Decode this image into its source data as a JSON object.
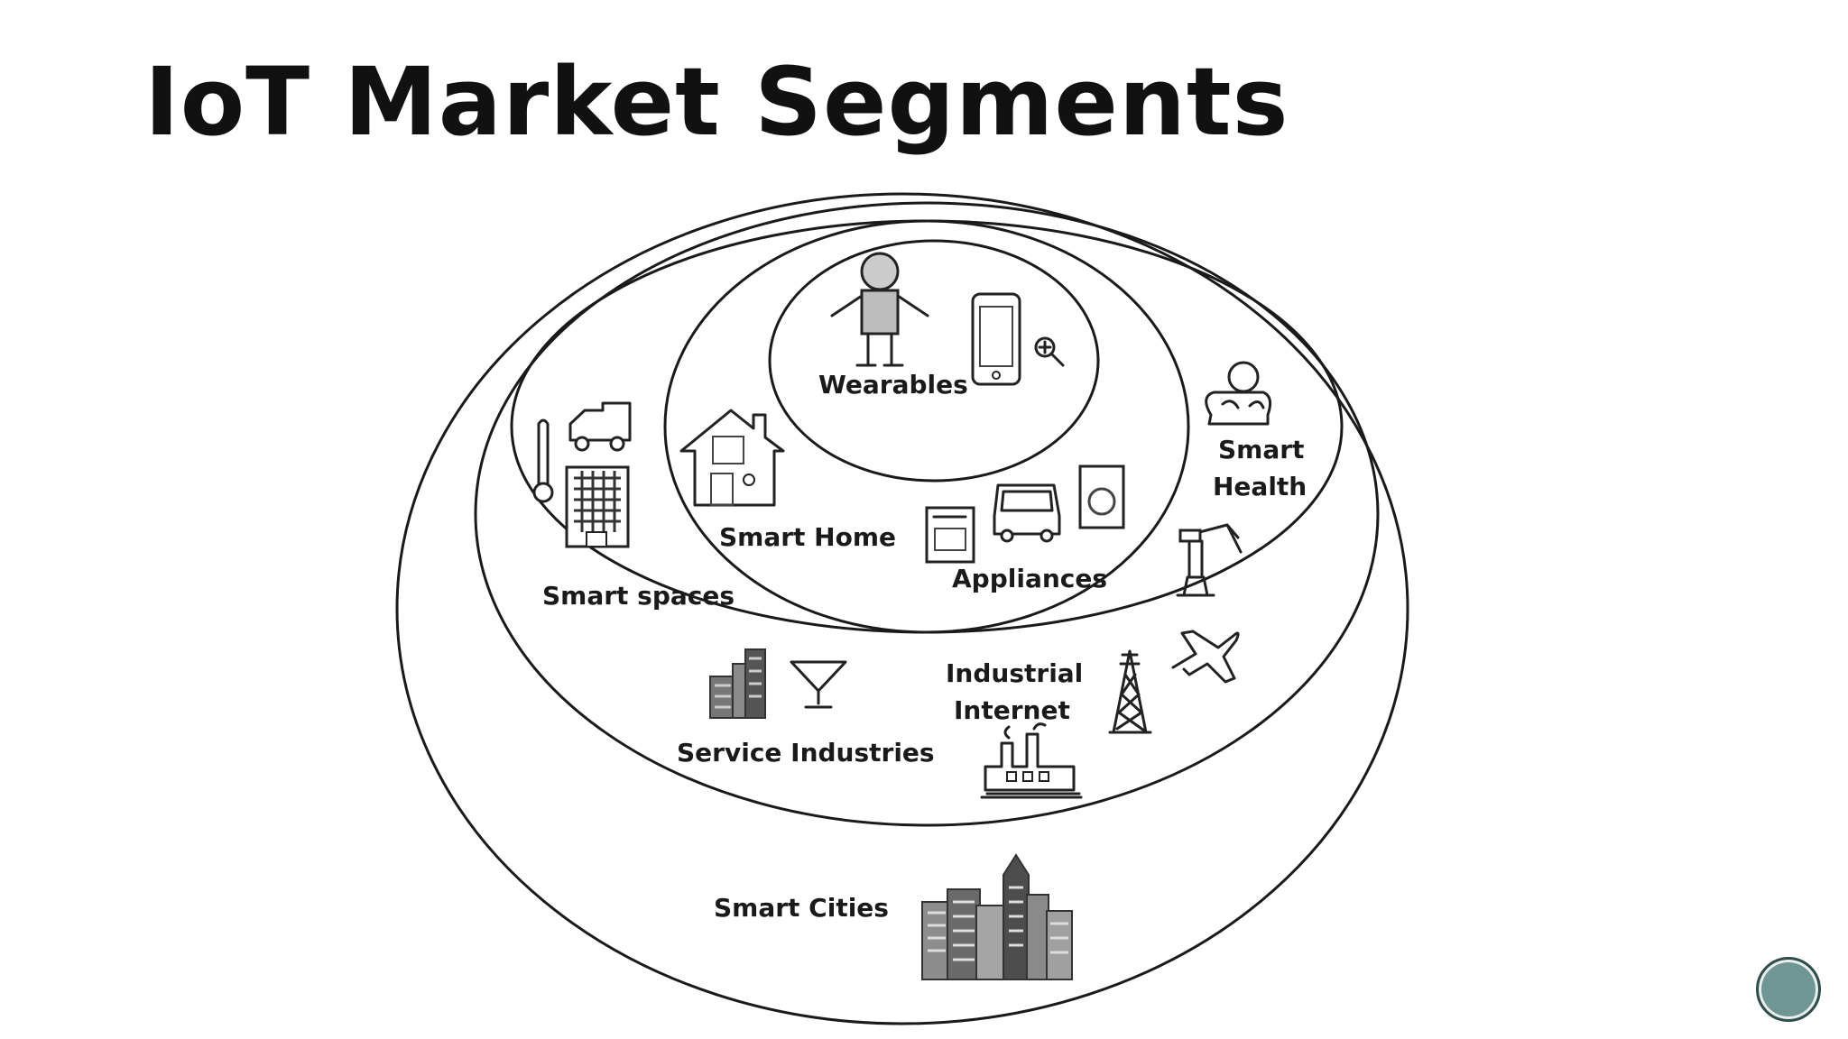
{
  "slide": {
    "title": "IoT Market Segments"
  },
  "diagram": {
    "segments": {
      "wearables": "Wearables",
      "smart_home": "Smart Home",
      "appliances": "Appliances",
      "smart_health": [
        "Smart",
        "Health"
      ],
      "smart_spaces": "Smart spaces",
      "industrial_internet": [
        "Industrial",
        "Internet"
      ],
      "service_industries": "Service Industries",
      "smart_cities": "Smart Cities"
    },
    "icons": [
      "person-icon",
      "smartphone-icon",
      "zoom-in-icon",
      "house-icon",
      "oven-icon",
      "car-icon",
      "washing-machine-icon",
      "truck-icon",
      "thermometer-icon",
      "office-building-icon",
      "heart-health-icon",
      "robot-arm-icon",
      "airplane-icon",
      "oil-rig-icon",
      "factory-icon",
      "buildings-icon",
      "cocktail-glass-icon",
      "city-skyline-icon"
    ]
  },
  "colors": {
    "nav_button": "#6f9693",
    "ink": "#1a1a1a"
  }
}
